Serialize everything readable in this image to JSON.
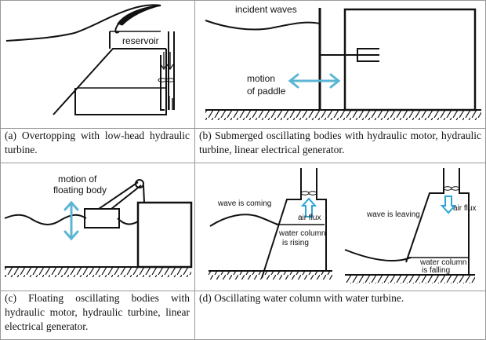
{
  "panels": [
    {
      "caption": "(a)  Overtopping  with  low-head hydraulic turbine.",
      "labels": {
        "reservoir": "reservoir"
      }
    },
    {
      "caption": "(b) Submerged oscillating bodies with hydraulic motor, hydraulic turbine, linear electrical generator.",
      "labels": {
        "incident_waves": "incident waves",
        "motion_line1": "motion",
        "motion_line2": "of paddle"
      }
    },
    {
      "caption": "(c) Floating oscillating bodies with hydraulic motor, hydraulic turbine, linear electrical generator.",
      "labels": {
        "motion_line1": "motion of",
        "motion_line2": "floating body"
      }
    },
    {
      "caption": "(d) Oscillating water column with water turbine.",
      "labels": {
        "wave_coming": "wave is coming",
        "air_flux_1": "air flux",
        "column_rising_1": "water column",
        "column_rising_2": "is rising",
        "wave_leaving": "wave is leaving",
        "air_flux_2": "air flux",
        "column_falling_1": "water column",
        "column_falling_2": "is falling"
      }
    }
  ],
  "colors": {
    "arrow": "#5bb6d4",
    "line": "#111111",
    "grid": "#999999"
  }
}
